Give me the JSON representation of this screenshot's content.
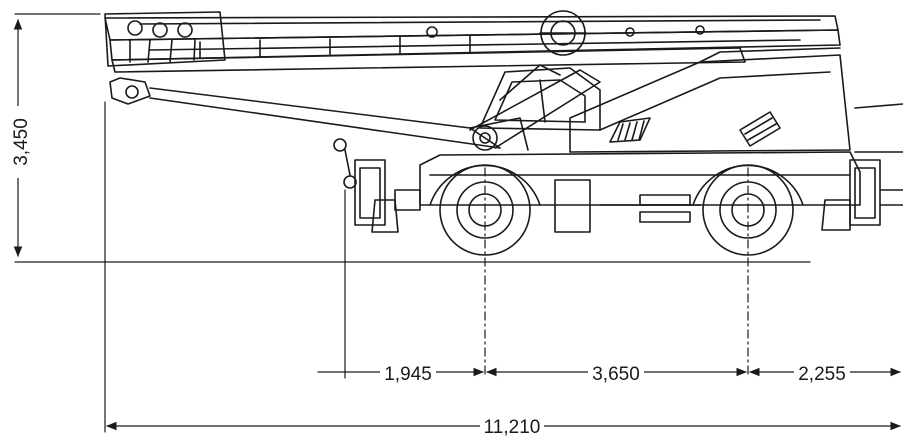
{
  "drawing": {
    "dimensions": {
      "height": "3,450",
      "front_overhang": "1,945",
      "wheelbase": "3,650",
      "rear_overhang": "2,255",
      "overall_length": "11,210"
    }
  },
  "colors": {
    "line": "#1a1a1a",
    "background": "#ffffff"
  }
}
